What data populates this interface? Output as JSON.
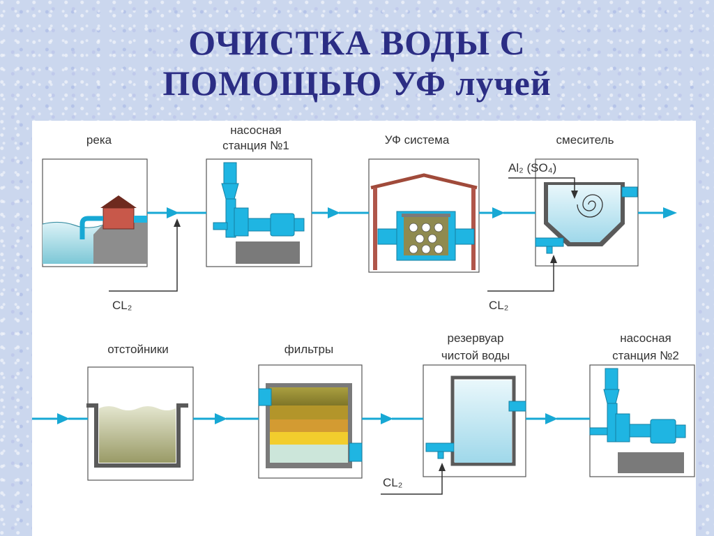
{
  "title": {
    "line1": "ОЧИСТКА ВОДЫ С",
    "line2": "ПОМОЩЬЮ УФ лучей"
  },
  "top_row": {
    "river": "река",
    "pump1_line1": "насосная",
    "pump1_line2": "станция №1",
    "uv": "УФ система",
    "mixer": "смеситель",
    "reagent": "Al₂ (SO₄)",
    "cl_a": "CL₂",
    "cl_b": "CL₂"
  },
  "bottom_row": {
    "settlers": "отстойники",
    "filters": "фильтры",
    "reservoir_line1": "резервуар",
    "reservoir_line2": "чистой воды",
    "pump2_line1": "насосная",
    "pump2_line2": "станция №2",
    "cl_c": "CL₂"
  },
  "colors": {
    "title": "#2b2d84",
    "water": "#17a8d4",
    "background": "#cbd7ee"
  }
}
